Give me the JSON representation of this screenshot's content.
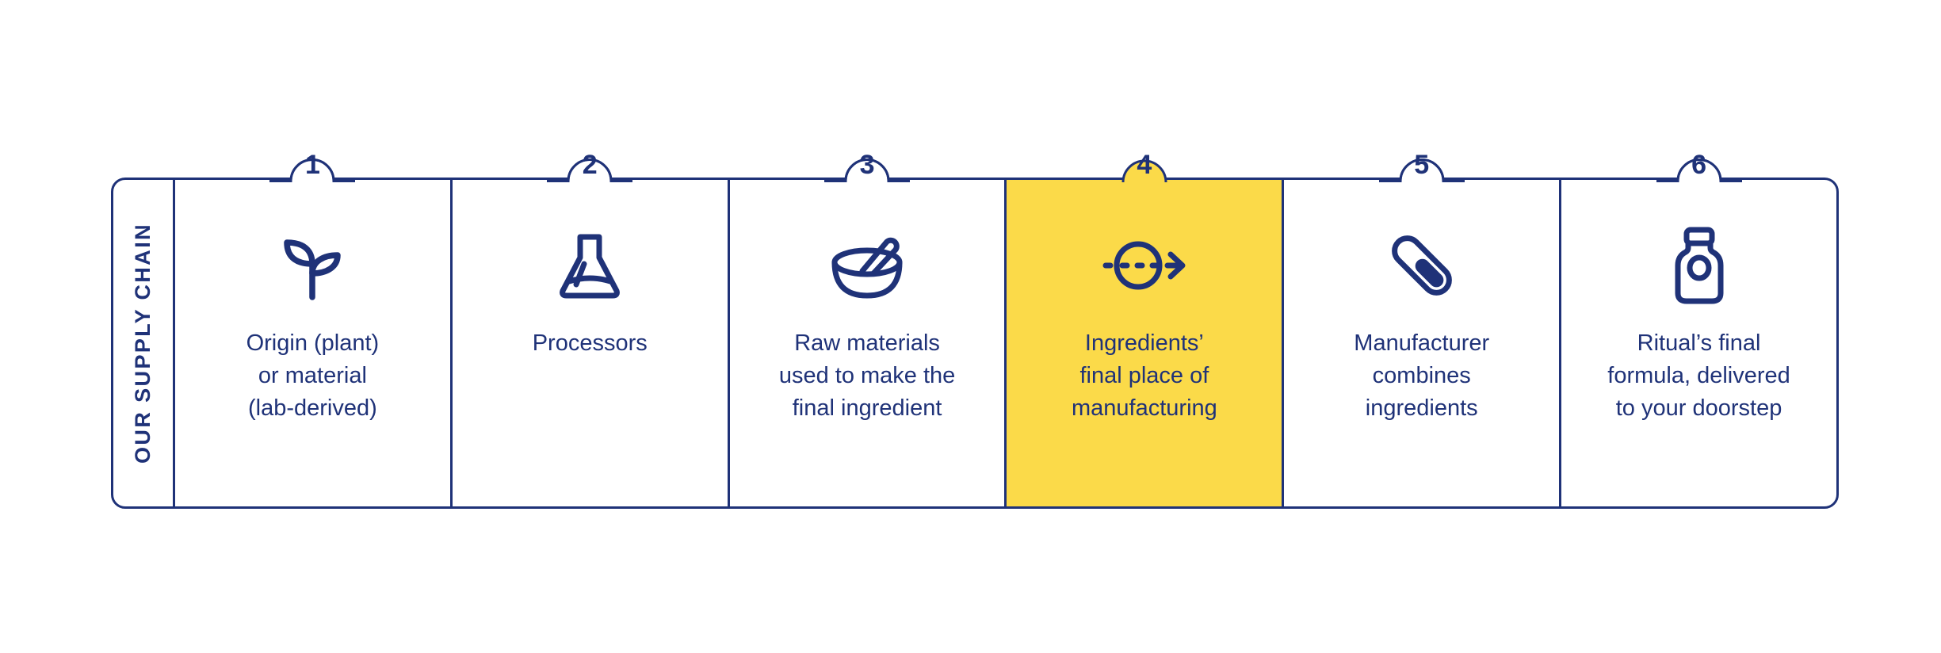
{
  "colors": {
    "ink": "#1F3278",
    "highlight": "#FBDA49",
    "background": "#FFFFFF"
  },
  "rail": {
    "label": "OUR SUPPLY CHAIN"
  },
  "steps": [
    {
      "number": "1",
      "icon": "sprout-icon",
      "caption": "Origin (plant)\nor material\n(lab-derived)",
      "highlighted": false
    },
    {
      "number": "2",
      "icon": "flask-icon",
      "caption": "Processors",
      "highlighted": false
    },
    {
      "number": "3",
      "icon": "mortar-and-pestle-icon",
      "caption": "Raw materials\nused to make the\nfinal ingredient",
      "highlighted": false
    },
    {
      "number": "4",
      "icon": "transit-arrow-icon",
      "caption": "Ingredients’\nfinal place of\nmanufacturing",
      "highlighted": true
    },
    {
      "number": "5",
      "icon": "capsule-icon",
      "caption": "Manufacturer\ncombines\ningredients",
      "highlighted": false
    },
    {
      "number": "6",
      "icon": "supplement-bottle-icon",
      "caption": "Ritual’s final\nformula, delivered\nto your doorstep",
      "highlighted": false
    }
  ]
}
